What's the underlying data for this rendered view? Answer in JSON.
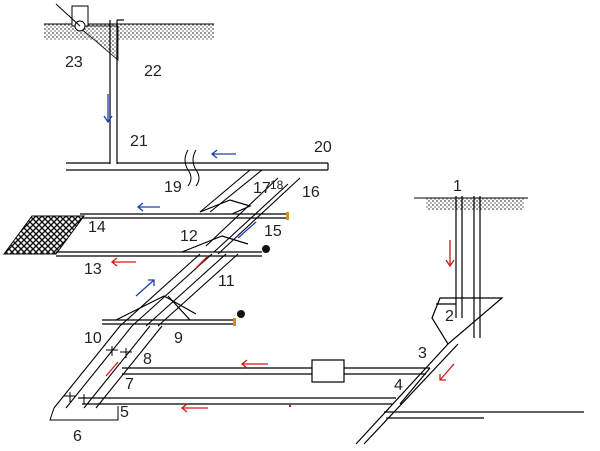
{
  "labels": [
    "1",
    "2",
    "3",
    "4",
    "5",
    "6",
    "7",
    "8",
    "9",
    "10",
    "11",
    "12",
    "13",
    "14",
    "15",
    "16",
    "17",
    "18",
    "19",
    "20",
    "21",
    "22",
    "23"
  ],
  "colors": {
    "line": "#000000",
    "fresh_air_arrow": "#1a3fb0",
    "return_air_arrow": "#d01818",
    "ground_fill": "#9a9a9a",
    "coal_fill": "#111111"
  },
  "icons": {
    "fan": "fan-icon",
    "regulator": "regulator-icon",
    "door": "door-icon"
  }
}
